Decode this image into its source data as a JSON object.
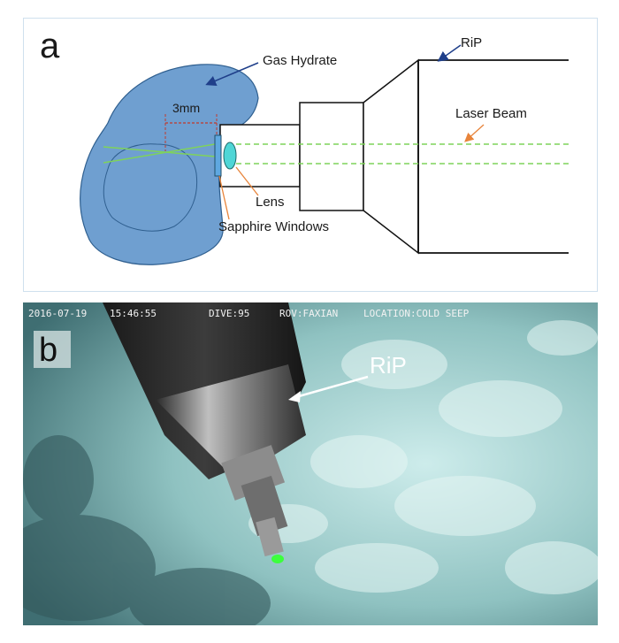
{
  "panel_a": {
    "letter": "a",
    "labels": {
      "gas_hydrate": "Gas Hydrate",
      "rip": "RiP",
      "scale": "3mm",
      "laser_beam": "Laser Beam",
      "lens": "Lens",
      "sapphire_windows": "Sapphire Windows"
    },
    "colors": {
      "hydrate_fill": "#6f9fd0",
      "hydrate_outline": "#2f5f8f",
      "beam": "#7fd35a",
      "arrow_dark": "#1f3f8a",
      "arrow_orange": "#e8843a",
      "scale_red": "#c0392b",
      "lens_fill": "#4fd6d6",
      "probe_line": "#111111"
    }
  },
  "panel_b": {
    "letter": "b",
    "overlay": {
      "date": "2016-07-19",
      "time": "15:46:55",
      "dive": "DIVE:95",
      "rov": "ROV:FAXIAN",
      "location": "LOCATION:COLD SEEP"
    },
    "labels": {
      "rip": "RiP"
    },
    "colors": {
      "laser_tip": "#3cff3c",
      "water": "#7fb8b8"
    }
  }
}
